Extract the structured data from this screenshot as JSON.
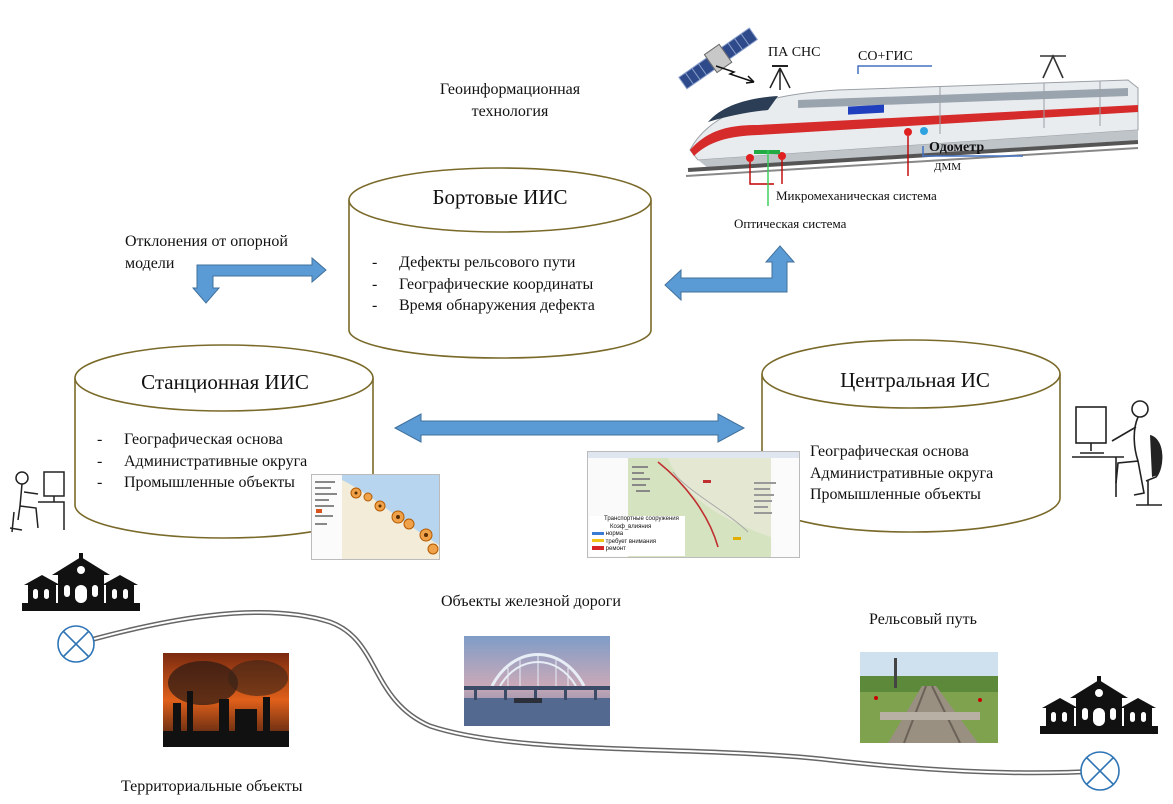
{
  "header_label": "Геоинформационная технология",
  "deviation_label": "Отклонения от опорной модели",
  "onboard": {
    "title": "Бортовые ИИС",
    "items": [
      "Дефекты рельсового пути",
      "Географические координаты",
      "Время обнаружения дефекта"
    ]
  },
  "station": {
    "title": "Станционная ИИС",
    "items": [
      "Географическая основа",
      "Административные округа",
      "Промышленные объекты"
    ]
  },
  "central": {
    "title": "Центральная ИС",
    "items": [
      "Географическая основа",
      "Административные округа",
      "Промышленные объекты"
    ]
  },
  "train": {
    "pa_sns": "ПА СНС",
    "so_gis": "СО+ГИС",
    "odometer": "Одометр",
    "dmm": "ДММ",
    "micromech": "Микромеханическая система",
    "optical": "Оптическая система"
  },
  "map_legend": {
    "title": "Транспортные сооружения",
    "subtitle": "Коэф_влияния",
    "items": [
      "норма",
      "требует внимания",
      "ремонт"
    ]
  },
  "railway_objects_label": "Объекты железной дороги",
  "rail_track_label": "Рельсовый путь",
  "territorial_label": "Территориальные объекты",
  "colors": {
    "arrow": "#5b9bd5",
    "drum_border": "#7a6a2a",
    "accent_blue": "#4472c4"
  }
}
